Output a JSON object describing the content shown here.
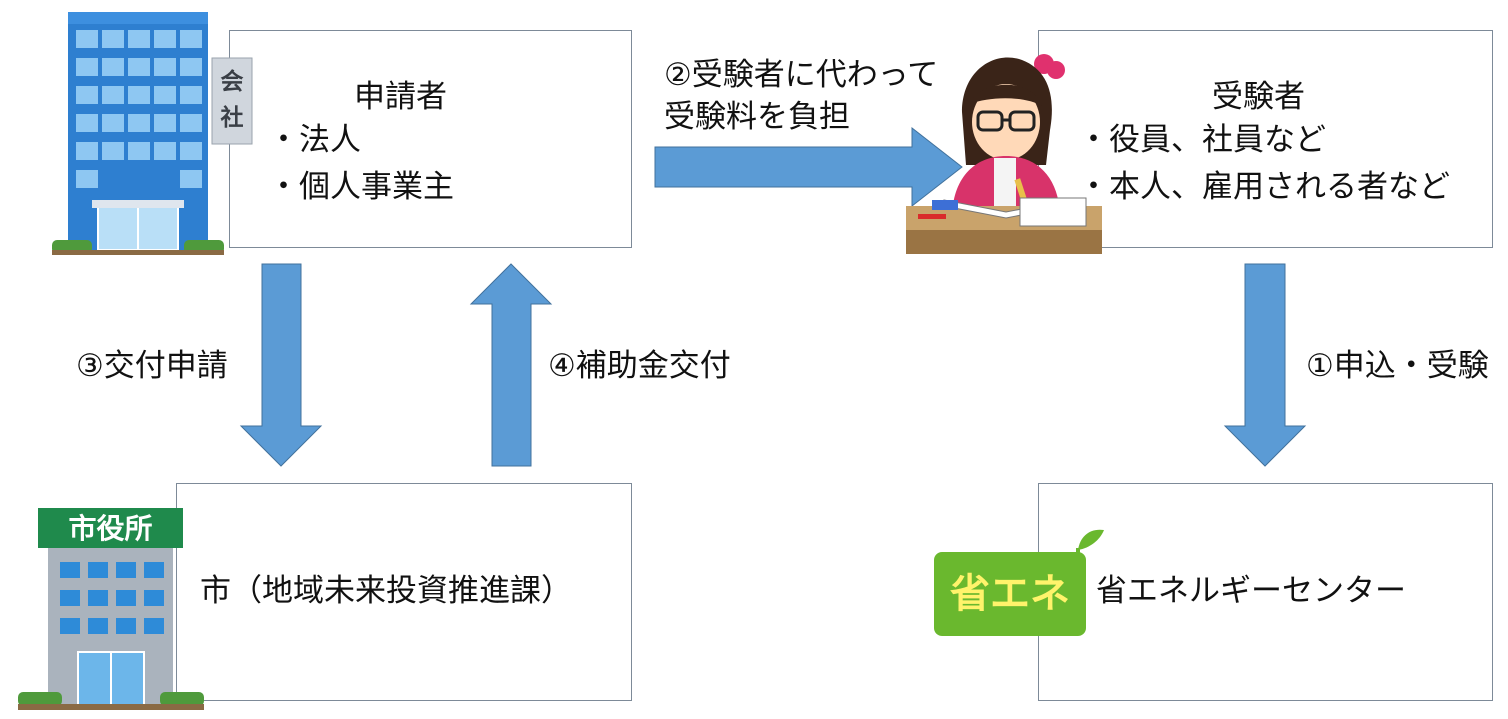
{
  "applicant": {
    "title": "申請者",
    "items": [
      "・法人",
      "・個人事業主"
    ],
    "building_sign": [
      "会",
      "社"
    ]
  },
  "examinee": {
    "title": "受験者",
    "items": [
      "・役員、社員など",
      "・本人、雇用される者など"
    ]
  },
  "city": {
    "label": "市（地域未来投資推進課）",
    "building_sign": "市役所"
  },
  "center": {
    "label": "省エネルギーセンター",
    "logo_text": "省エネ",
    "logo_color": "#6ab82e",
    "logo_text_color": "#fff36b"
  },
  "flows": {
    "step1": "①申込・受験",
    "step2_line1": "②受験者に代わって",
    "step2_line2": "受験料を負担",
    "step3": "③交付申請",
    "step4": "④補助金交付"
  },
  "colors": {
    "arrow_fill": "#5b9bd5",
    "arrow_stroke": "#41719c",
    "box_border": "#7d8a98"
  }
}
